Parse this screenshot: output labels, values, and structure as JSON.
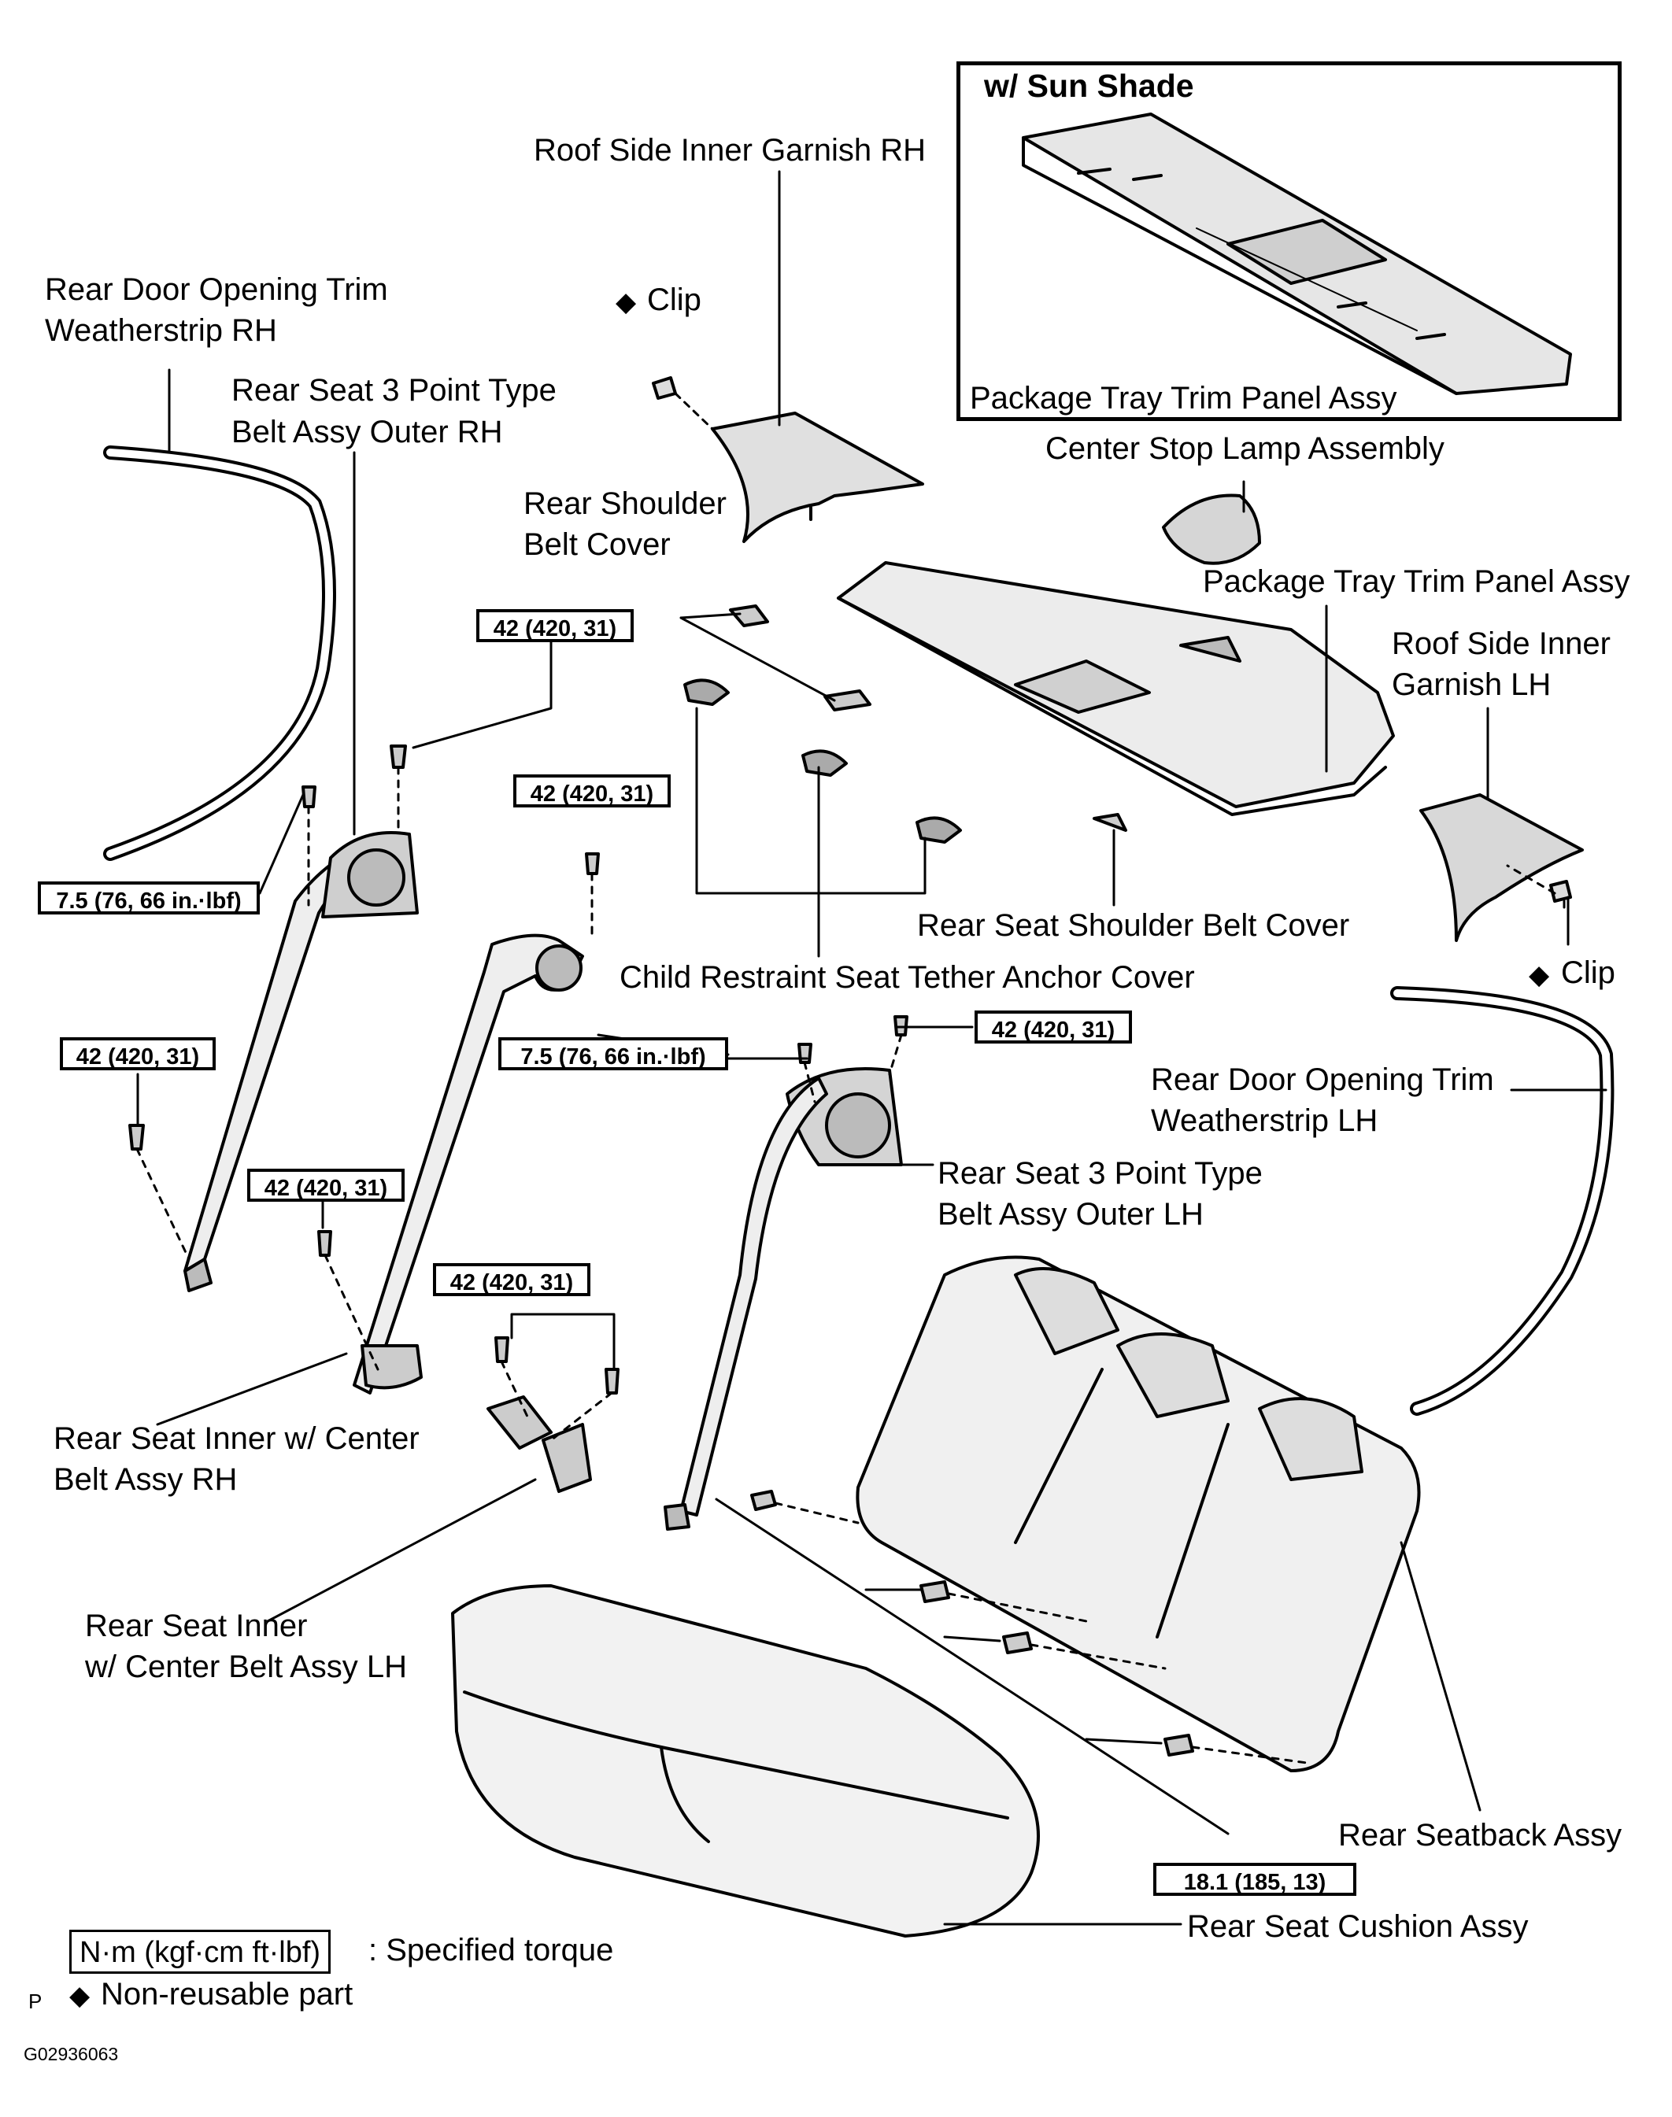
{
  "inset": {
    "title": "w/ Sun Shade",
    "package_tray": "Package Tray Trim Panel Assy"
  },
  "labels": {
    "roof_side_rh": "Roof Side Inner Garnish RH",
    "clip_top": "Clip",
    "rear_door_rh_1": "Rear Door Opening Trim",
    "rear_door_rh_2": "Weatherstrip RH",
    "outer_rh_1": "Rear Seat 3 Point Type",
    "outer_rh_2": "Belt Assy Outer RH",
    "center_stop": "Center Stop Lamp Assembly",
    "shoulder_cover_1": "Rear Shoulder",
    "shoulder_cover_2": "Belt Cover",
    "package_tray": "Package Tray Trim Panel Assy",
    "roof_side_lh_1": "Roof Side Inner",
    "roof_side_lh_2": "Garnish LH",
    "rear_seat_shoulder_cover": "Rear Seat Shoulder Belt Cover",
    "tether_anchor": "Child Restraint Seat Tether Anchor Cover",
    "clip_right": "Clip",
    "rear_door_lh_1": "Rear Door Opening Trim",
    "rear_door_lh_2": "Weatherstrip LH",
    "outer_lh_1": "Rear Seat 3 Point Type",
    "outer_lh_2": "Belt Assy Outer LH",
    "inner_rh_1": "Rear Seat Inner w/ Center",
    "inner_rh_2": "Belt Assy RH",
    "inner_lh_1": "Rear Seat Inner",
    "inner_lh_2": "w/ Center Belt Assy LH",
    "seatback": "Rear Seatback Assy",
    "cushion": "Rear Seat Cushion Assy"
  },
  "torques": {
    "t1": "42 (420, 31)",
    "t2": "42 (420, 31)",
    "t3": "7.5 (76, 66 in.·lbf)",
    "t4": "42 (420, 31)",
    "t5": "7.5 (76, 66 in.·lbf)",
    "t6": "42 (420, 31)",
    "t7": "42 (420, 31)",
    "t8": "42 (420, 31)",
    "t9": "18.1 (185, 13)"
  },
  "legend": {
    "torque_unit": "N·m (kgf·cm ft·lbf)",
    "torque_desc": ": Specified torque",
    "nonreusable_desc": "Non-reusable part",
    "diamond": "◆"
  },
  "footer": {
    "p": "P",
    "code": "G02936063"
  }
}
